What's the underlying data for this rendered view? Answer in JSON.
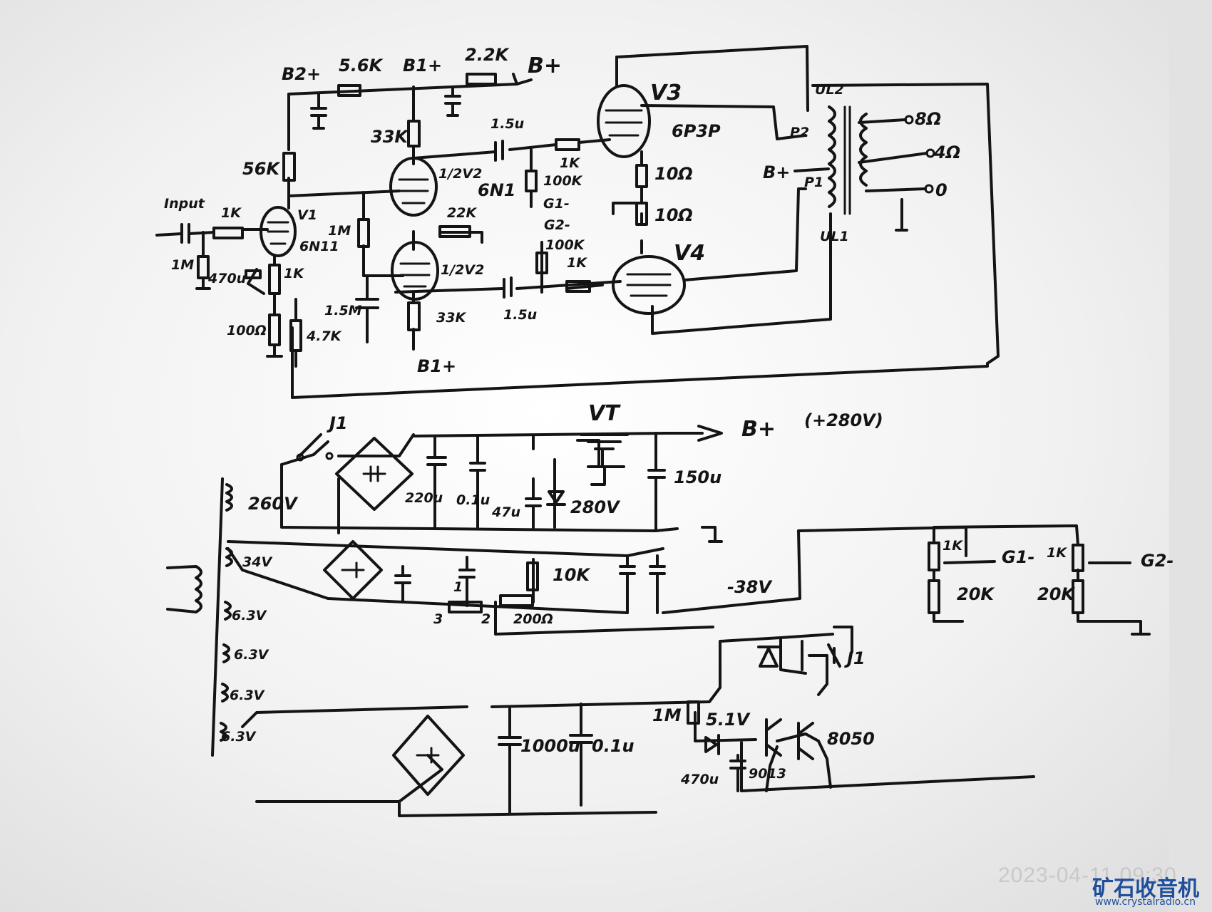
{
  "labels": {
    "b2plus": "B2+",
    "r_56k_top": "5.6K",
    "b1plus_top": "B1+",
    "r_22k_top": "2.2K",
    "bplus_top": "B+",
    "r_56k_left": "56K",
    "r_33k_top": "33K",
    "c_15u_top": "1.5u",
    "r_1k_g1": "1K",
    "v3": "V3",
    "tube_6p3p": "6P3P",
    "ul2": "UL2",
    "p2": "P2",
    "out_8": "8Ω",
    "out_4": "4Ω",
    "out_0": "0",
    "half_v2_top": "1/2V2",
    "tube_6n1_top": "6N1",
    "r_100k_g1": "100K",
    "g1_mark": "G1-",
    "r_10_top": "10Ω",
    "bplus_mid": "B+",
    "p1": "P1",
    "r_10_bot": "10Ω",
    "ul1": "UL1",
    "input": "Input",
    "r_1k_in": "1K",
    "v1": "V1",
    "r_1m_mid": "1M",
    "r_22k_mid": "22K",
    "g2_mark": "G2-",
    "r_1m_in": "1M",
    "tube_6n11": "6N11",
    "c_470u": "470u",
    "r_1k_k": "1K",
    "r_100k_g2": "100K",
    "r_1k_g2": "1K",
    "v4": "V4",
    "half_v2_bot": "1/2V2",
    "c_15m": "1.5M",
    "c_15u_bot": "1.5u",
    "r_100_k": "100Ω",
    "r_47k": "4.7K",
    "r_33k_bot": "33K",
    "b1plus_bot": "B1+",
    "j1_top": "J1",
    "vt": "VT",
    "bplus_supply": "B+",
    "supply_volt": "(+280V)",
    "sec_260v": "260V",
    "c_220u": "220u",
    "c_01u_top": "0.1u",
    "c_150u": "150u",
    "c_47u": "47u",
    "z_280v": "280V",
    "sec_34v": "34V",
    "r_10k": "10K",
    "neg_38v": "-38V",
    "r_1k_b1": "1K",
    "g1_out": "G1-",
    "r_1k_b2": "1K",
    "g2_out": "G2-",
    "pin_1": "1",
    "pin_3": "3",
    "pin_2": "2",
    "r_200": "200Ω",
    "r_20k_1": "20K",
    "r_20k_2": "20K",
    "sec_63_1": "6.3V",
    "sec_63_2": "6.3V",
    "sec_63_3": "6.3V",
    "sec_63_4": "6.3V",
    "j1_relay": "J1",
    "r_1m_bot": "1M",
    "z_51v": "5.1V",
    "c_1000u": "1000u",
    "c_01u_bot": "0.1u",
    "q_8050": "8050",
    "c_470u_bot": "470u",
    "q_9013": "9013"
  },
  "watermark": {
    "timestamp": "2023-04-11 09:30",
    "brand": "矿石收音机",
    "url": "www.crystalradio.cn"
  }
}
